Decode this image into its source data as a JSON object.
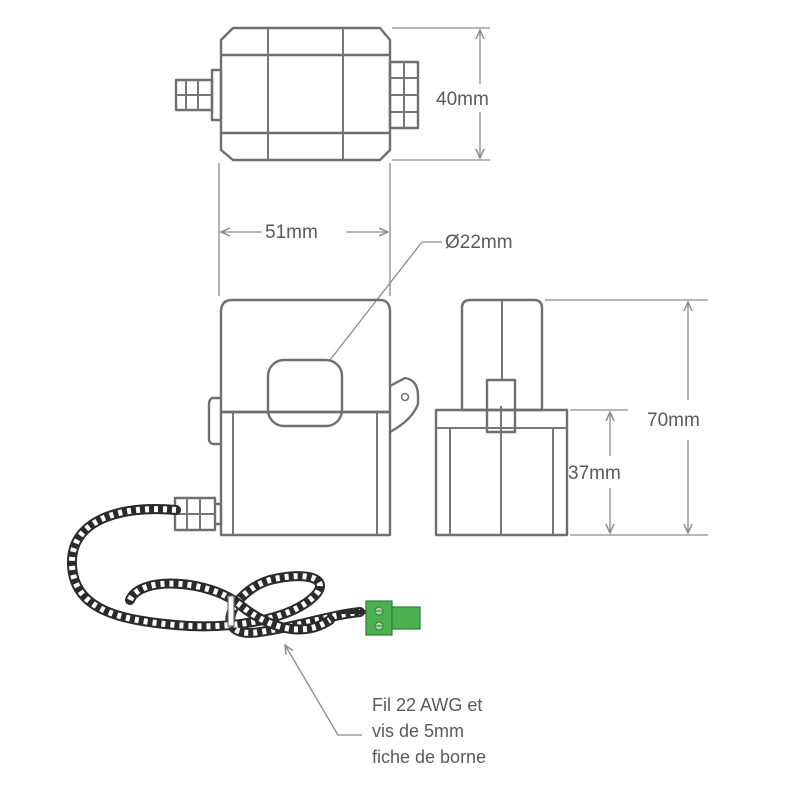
{
  "dimensions": {
    "depth": "40mm",
    "width": "51mm",
    "aperture": "Ø22mm",
    "height_total": "70mm",
    "height_base": "37mm"
  },
  "cable_note": {
    "line1": "Fil 22 AWG et",
    "line2": "vis de 5mm",
    "line3": "fiche de borne"
  },
  "colors": {
    "outline": "#6f6f6f",
    "dimension_line": "#8c8c8c",
    "text": "#5a5a5a",
    "terminal_green": "#4caf50",
    "cable_dark": "#2b2b2b"
  }
}
